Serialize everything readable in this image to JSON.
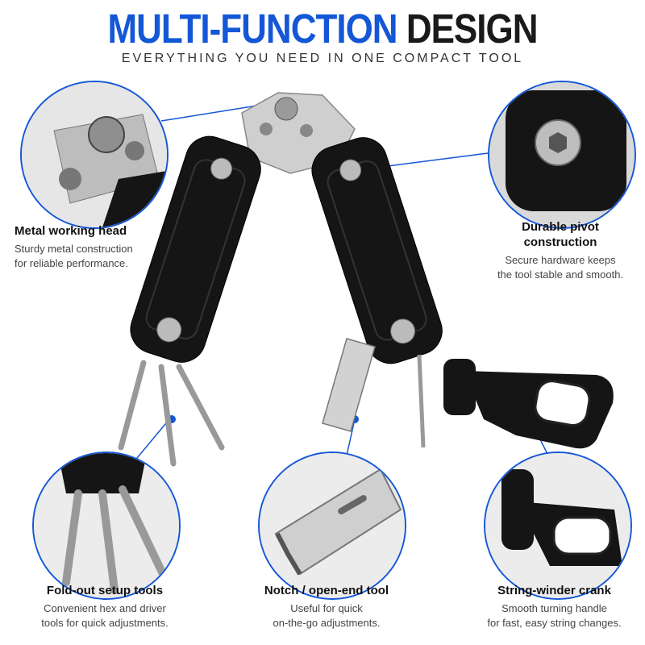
{
  "header": {
    "title_part1": "MULTI-FUNCTION",
    "title_part2": "DESIGN",
    "subtitle": "EVERYTHING YOU NEED IN ONE COMPACT TOOL"
  },
  "callouts": [
    {
      "title": "Metal working head",
      "line1": "Sturdy metal construction",
      "line2": "for reliable performance."
    },
    {
      "title_line1": "Durable pivot",
      "title_line2": "construction",
      "line1": "Secure hardware keeps",
      "line2": "the tool stable and smooth."
    },
    {
      "title": "Fold-out setup tools",
      "line1": "Convenient hex and driver",
      "line2": "tools for quick adjustments."
    },
    {
      "title": "Notch / open-end tool",
      "line1": "Useful for quick",
      "line2": "on-the-go adjustments."
    },
    {
      "title": "String-winder crank",
      "line1": "Smooth turning handle",
      "line2": "for fast, easy string changes."
    }
  ],
  "colors": {
    "accent": "#1457d6",
    "tool_body": "#151515",
    "metal": "#c9c9c9"
  }
}
